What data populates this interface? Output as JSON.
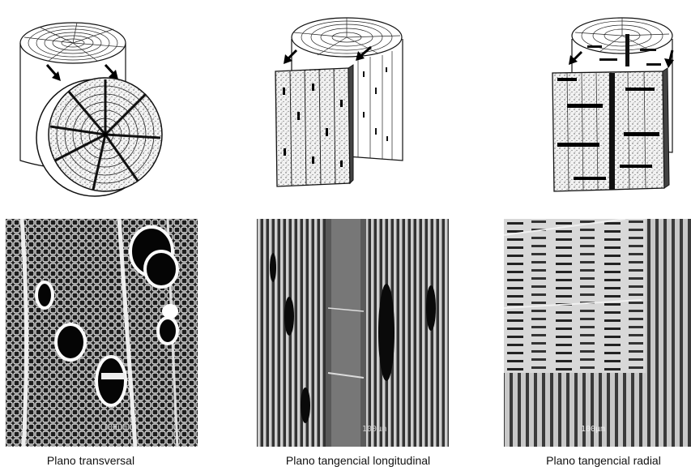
{
  "figure": {
    "panels": [
      {
        "id": "transversal",
        "caption": "Plano transversal",
        "arrow_icon": "cut-arrow-icon"
      },
      {
        "id": "tangencial-longitudinal",
        "caption": "Plano tangencial longitudinal",
        "arrow_icon": "cut-arrow-icon"
      },
      {
        "id": "tangencial-radial",
        "caption": "Plano tangencial radial",
        "arrow_icon": "cut-arrow-icon"
      }
    ]
  }
}
